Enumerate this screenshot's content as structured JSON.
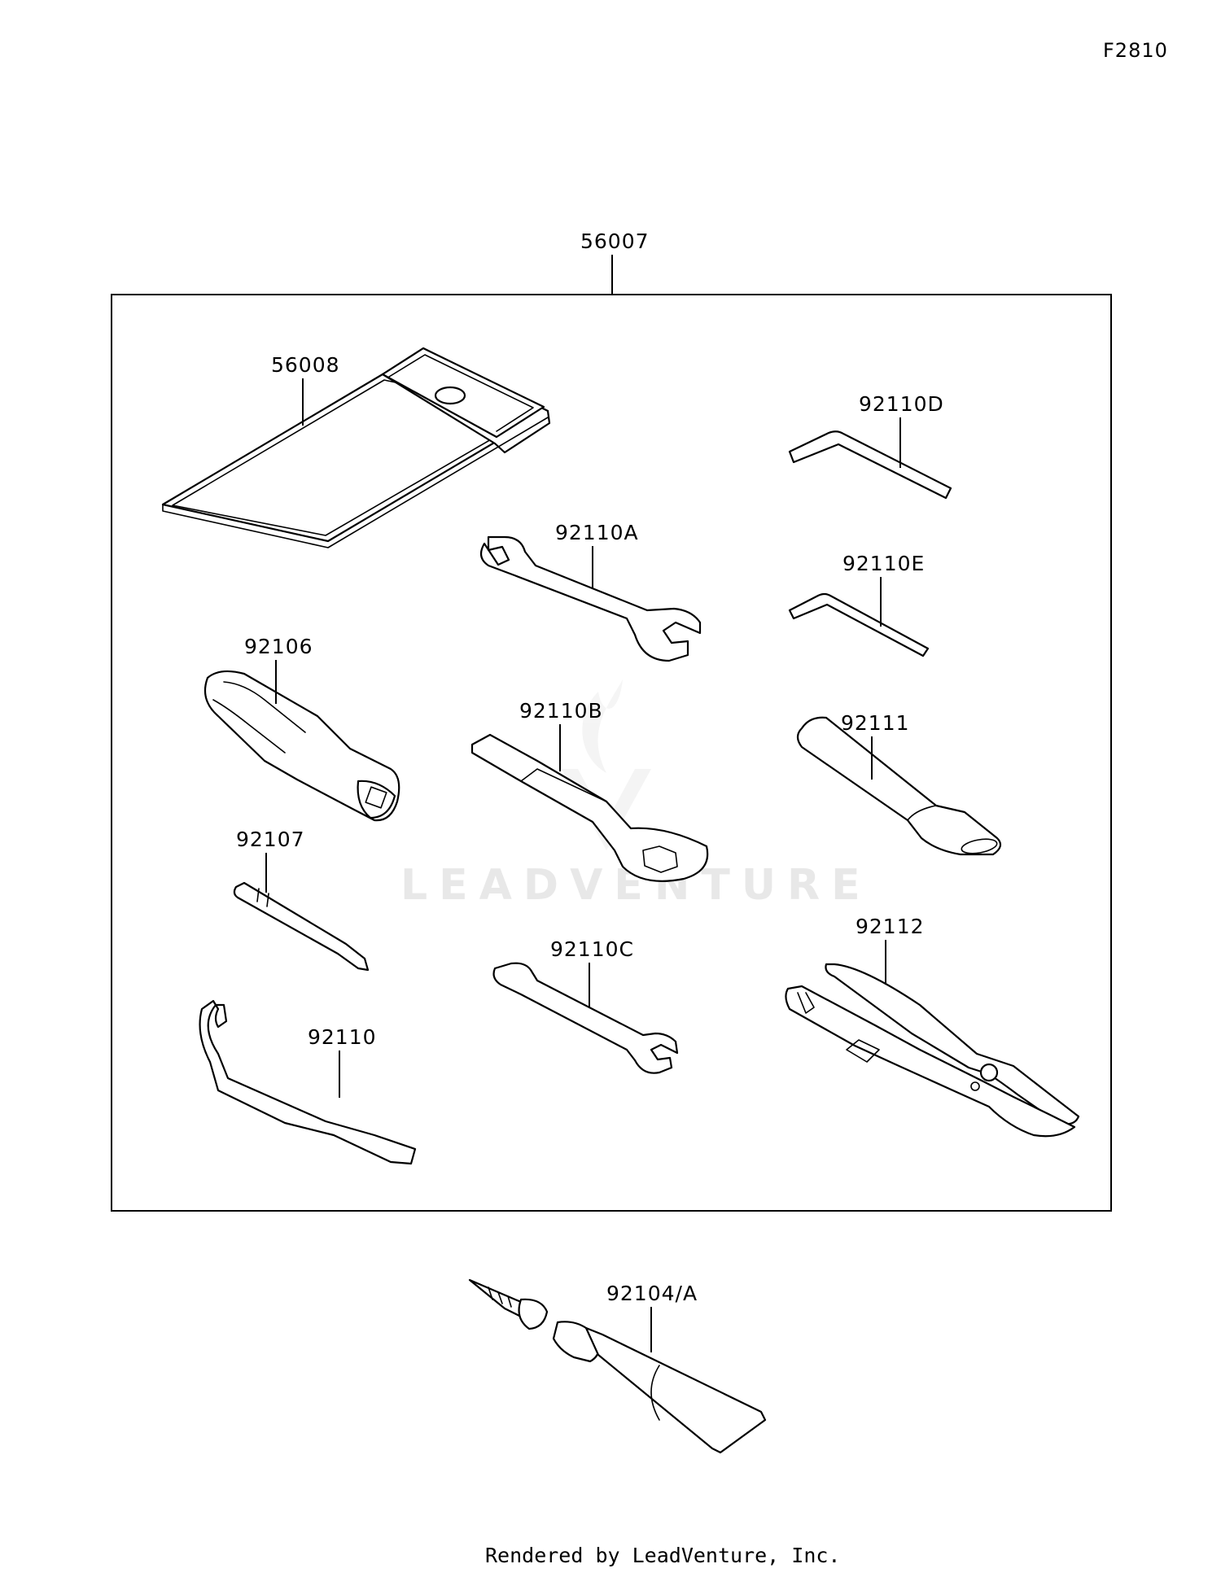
{
  "figure_code": "F2810",
  "assembly": {
    "part_number": "56007"
  },
  "parts": [
    {
      "id": "pouch",
      "part_number": "56008"
    },
    {
      "id": "hex-key-large",
      "part_number": "92110D"
    },
    {
      "id": "wrench-a",
      "part_number": "92110A"
    },
    {
      "id": "hex-key-small",
      "part_number": "92110E"
    },
    {
      "id": "handle",
      "part_number": "92106"
    },
    {
      "id": "box-wrench",
      "part_number": "92110B"
    },
    {
      "id": "extension-tube",
      "part_number": "92111"
    },
    {
      "id": "screwdriver-bit",
      "part_number": "92107"
    },
    {
      "id": "wrench-c",
      "part_number": "92110C"
    },
    {
      "id": "pliers",
      "part_number": "92112"
    },
    {
      "id": "spanner-hook",
      "part_number": "92110"
    },
    {
      "id": "grease-tube",
      "part_number": "92104/A"
    }
  ],
  "watermark": "LEADVENTURE",
  "credit": "Rendered by LeadVenture, Inc."
}
